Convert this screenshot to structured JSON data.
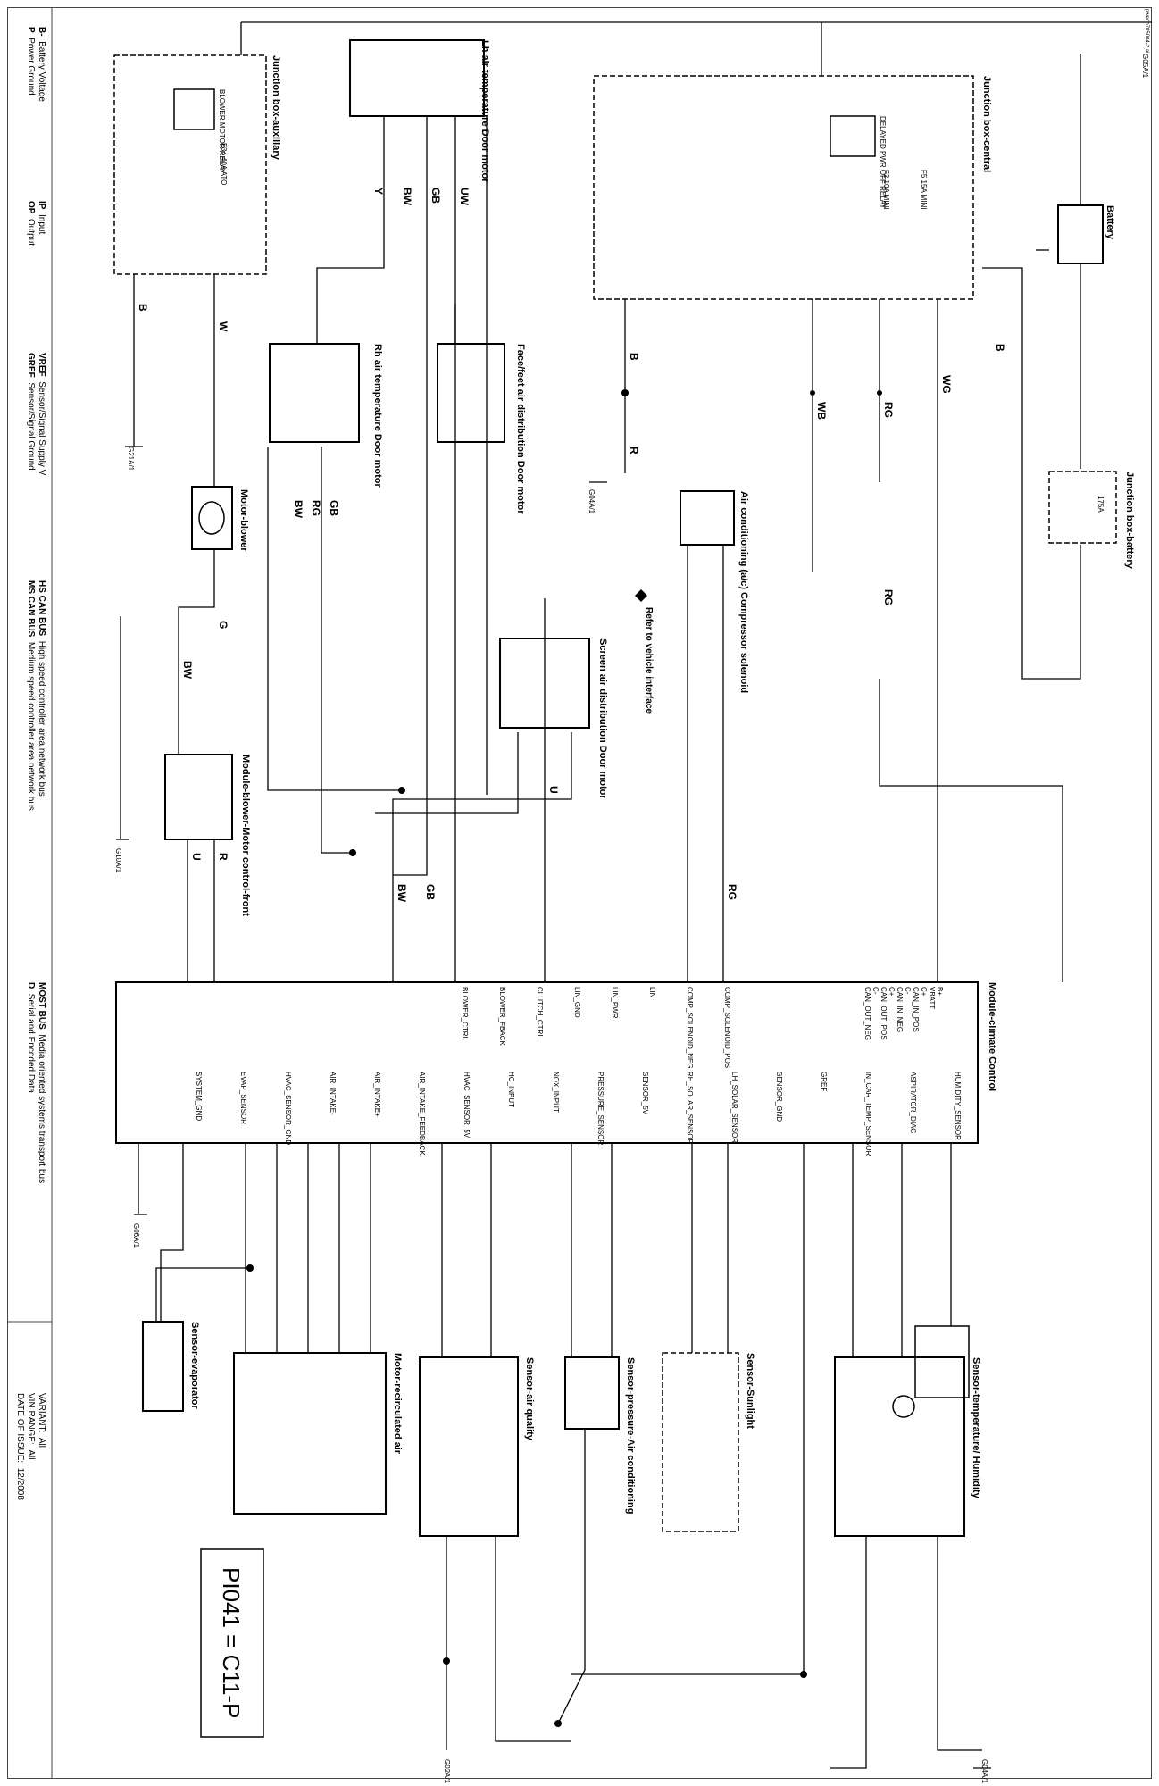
{
  "sheet": {
    "ref": "pwedb705004-2.ai",
    "note": "PI041 = C11-P",
    "refer_note": "Refer to vehicle interface"
  },
  "components": {
    "battery": "Battery",
    "jb_battery": "Junction box-battery",
    "jb_central": "Junction box-central",
    "jb_auxiliary": "Junction box-auxiliary",
    "lh_motor": "Lh air temperature Door motor",
    "rh_motor": "Rh air temperature Door motor",
    "face_motor": "Face/feet air distribution Door motor",
    "screen_motor": "Screen air distribution Door motor",
    "blower": "Motor-blower",
    "blower_ctrl": "Module-blower-Motor control-front",
    "ac_comp": "Air conditioning (a/c) Compressor solenoid",
    "climate": "Module-climate Control",
    "recirc": "Motor-recirculated air",
    "evap": "Sensor-evaporator",
    "air_quality": "Sensor-air quality",
    "pressure": "Sensor-pressure-Air conditioning",
    "sunlight": "Sensor-Sunlight",
    "temp_hum": "Sensor-temperature/ Humidity"
  },
  "relays": {
    "blower_relay": "BLOWER MOTOR RELAY",
    "blower_fuse": "F34 40A ATO",
    "delayed_relay": "DELAYED PWR OFF RELAY",
    "central_fuse1": "F5 15A MINI",
    "central_fuse2": "F2 10A MINI",
    "batt_fuse": "175A"
  },
  "climate_pins": {
    "top": [
      "B+",
      "VBATT",
      "C+",
      "CAN_IN_POS",
      "C-",
      "CAN_IN_NEG",
      "C+",
      "CAN_OUT_POS",
      "C-",
      "CAN_OUT_NEG"
    ],
    "middle": [
      "COMP_SOLENOID_POS",
      "COMP_SOLENOID_NEG",
      "LIN",
      "LIN_PWR",
      "LIN_GND",
      "CLUTCH_CTRL",
      "BLOWER_FBACK",
      "BLOWER_CTRL"
    ],
    "bottom": [
      "HUMIDITY_SENSOR",
      "ASPIRATOR_DIAG",
      "IN_CAR_TEMP_SENSOR",
      "GREF",
      "SENSOR_GND",
      "LH_SOLAR_SENSOR",
      "RH_SOLAR_SENSOR",
      "SENSOR_5V",
      "PRESSURE_SENSOR",
      "NOX_INPUT",
      "HC_INPUT",
      "HVAC_SENSOR_5V",
      "AIR_INTAKE_FEEDBACK",
      "AIR_INTAKE+",
      "AIR_INTAKE-",
      "HVAC_SENSOR_GND",
      "EVAP_SENSOR",
      "SYSTEM_GND"
    ]
  },
  "wires": {
    "w1": "WG",
    "w2": "RG",
    "w3": "WB",
    "w4": "RG",
    "w5": "B",
    "w6": "R",
    "w7": "W",
    "w8": "B",
    "w9": "UW",
    "w10": "GB",
    "w11": "BW",
    "w12": "Y",
    "w13": "GB",
    "w14": "BW",
    "w15": "RG",
    "w16": "G",
    "w17": "BW",
    "w18": "R",
    "w19": "U",
    "w20": "GB",
    "w21": "BW",
    "w22": "U",
    "w23": "RG",
    "w24": "B"
  },
  "grounds": [
    "G05A/1",
    "G21A/1",
    "G10A/1",
    "G06A/1",
    "G04A/1",
    "G02A/1",
    "G04A/1"
  ],
  "legend": {
    "items": [
      {
        "code": "B-",
        "desc": "Battery Voltage"
      },
      {
        "code": "P",
        "desc": "Power Ground"
      },
      {
        "code": "IP",
        "desc": "Input"
      },
      {
        "code": "OP",
        "desc": "Output"
      },
      {
        "code": "VREF",
        "desc": "Sensor/Signal Supply V"
      },
      {
        "code": "GREF",
        "desc": "Sensor/Signal Ground"
      },
      {
        "code": "HS CAN BUS",
        "desc": "High speed controller area network bus"
      },
      {
        "code": "MS CAN BUS",
        "desc": "Medium speed controller area network bus"
      },
      {
        "code": "MOST BUS",
        "desc": "Media oriented systems transport bus"
      },
      {
        "code": "D",
        "desc": "Serial and Encoded Data"
      }
    ],
    "variant_label": "VARIANT:",
    "variant": "All",
    "vin_label": "VIN RANGE:",
    "vin": "All",
    "date_label": "DATE OF ISSUE:",
    "date": "12/2008"
  },
  "colors": {
    "line": "#000000",
    "box": "#000000",
    "dash": "#000000"
  }
}
